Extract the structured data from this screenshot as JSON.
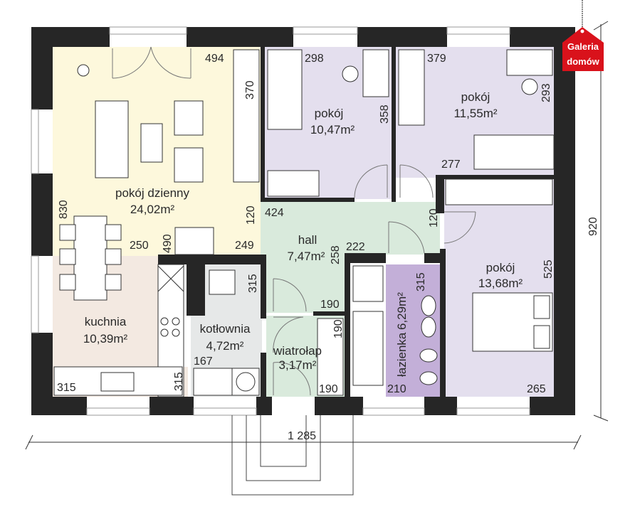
{
  "brand": {
    "badge_line1": "Galeria",
    "badge_line2": "domów",
    "badge_color": "#d9121b"
  },
  "colors": {
    "wall": "#262626",
    "living": "#fdf8dc",
    "kitchen": "#f3e9e1",
    "bedroom": "#e4dfee",
    "hall": "#d9eadc",
    "boiler": "#e6e8e8",
    "bathroom": "#c3afd8",
    "furniture": "#ffffff",
    "line": "#333333"
  },
  "rooms": [
    {
      "id": "living",
      "name": "pokój dzienny",
      "area": "24,02m²"
    },
    {
      "id": "kitchen",
      "name": "kuchnia",
      "area": "10,39m²"
    },
    {
      "id": "boiler",
      "name": "kotłownia",
      "area": "4,72m²"
    },
    {
      "id": "hall",
      "name": "hall",
      "area": "7,47m²"
    },
    {
      "id": "vestibule",
      "name": "wiatrołap",
      "area": "3,17m²"
    },
    {
      "id": "bathroom",
      "name": "łazienka",
      "area": "6,29m²"
    },
    {
      "id": "bedroom1",
      "name": "pokój",
      "area": "10,47m²"
    },
    {
      "id": "bedroom2",
      "name": "pokój",
      "area": "11,55m²"
    },
    {
      "id": "bedroom3",
      "name": "pokój",
      "area": "13,68m²"
    }
  ],
  "dimensions": {
    "living_494": "494",
    "living_370": "370",
    "living_830": "830",
    "living_120": "120",
    "living_490": "490",
    "living_250": "250",
    "living_249": "249",
    "bed1_298": "298",
    "bed1_358": "358",
    "bed2_379": "379",
    "bed2_293": "293",
    "bed2_277": "277",
    "hall_424": "424",
    "hall_258": "258",
    "hall_222": "222",
    "hall_120": "120",
    "hall_190": "190",
    "boiler_315": "315",
    "boiler_167": "167",
    "kitchen_315a": "315",
    "kitchen_315b": "315",
    "vest_190a": "190",
    "vest_190b": "190",
    "bath_315": "315",
    "bath_210": "210",
    "bed3_525": "525",
    "bed3_265": "265",
    "total_width": "1 285",
    "total_depth": "920"
  }
}
